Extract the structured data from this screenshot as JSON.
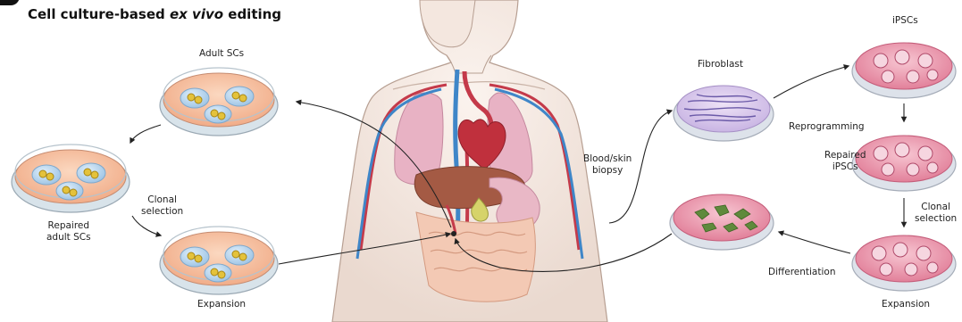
{
  "figure": {
    "panel_title_prefix": "Cell culture-based ",
    "panel_title_italic": "ex vivo",
    "panel_title_suffix": " editing"
  },
  "left_pathway": {
    "dish_labels": {
      "adult_scs": "Adult SCs",
      "repaired_adult_scs_line1": "Repaired",
      "repaired_adult_scs_line2": "adult SCs",
      "expansion": "Expansion"
    },
    "step_labels": {
      "clonal_selection_line1": "Clonal",
      "clonal_selection_line2": "selection"
    }
  },
  "center": {
    "biopsy_label_line1": "Blood/skin",
    "biopsy_label_line2": "biopsy"
  },
  "right_pathway": {
    "dish_labels": {
      "fibroblast": "Fibroblast",
      "ipscs": "iPSCs",
      "repaired_ipscs_line1": "Repaired",
      "repaired_ipscs_line2": "iPSCs",
      "expansion": "Expansion"
    },
    "step_labels": {
      "reprogramming": "Reprogramming",
      "clonal_selection_line1": "Clonal",
      "clonal_selection_line2": "selection",
      "differentiation": "Differentiation"
    }
  },
  "colors": {
    "orange_medium": "#f6c4a3",
    "pink_medium": "#f0a3b5",
    "fibroblast_medium": "#d7c6ea",
    "artery_red": "#c43a4a",
    "vein_blue": "#3f86c8",
    "liver_brown": "#a45a44",
    "heart_red": "#c0303d",
    "lung_pink": "#e8b2c4"
  }
}
